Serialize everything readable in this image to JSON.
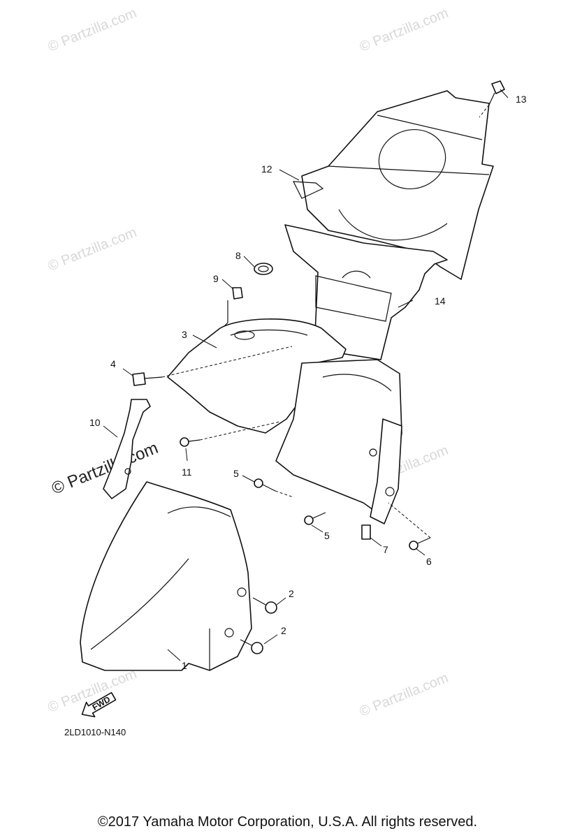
{
  "callouts": {
    "c1": "1",
    "c2a": "2",
    "c2b": "2",
    "c3": "3",
    "c4": "4",
    "c5a": "5",
    "c5b": "5",
    "c6": "6",
    "c7": "7",
    "c8": "8",
    "c9": "9",
    "c10": "10",
    "c11": "11",
    "c12": "12",
    "c13": "13",
    "c14": "14"
  },
  "diagram_code": "2LD1010-N140",
  "fwd_label": "FWD",
  "watermark": {
    "small": "© Partzilla.com",
    "large": "© Partzilla.com"
  },
  "footer": "©2017  Yamaha Motor Corporation, U.S.A. All rights reserved.",
  "colors": {
    "ink": "#111111",
    "watermark": "#d8d8d8",
    "background": "#ffffff"
  },
  "icons": {
    "direction": "fwd-arrow-icon"
  }
}
